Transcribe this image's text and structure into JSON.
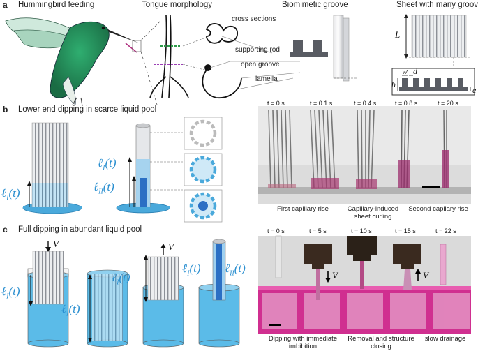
{
  "colors": {
    "liquid_blue": "#5bbbe8",
    "dark_blue": "#2b6fc4",
    "rod_gray": "#595c63",
    "magenta": "#c8348c",
    "math_blue": "#2a8fd0"
  },
  "panel_a": {
    "label": "a",
    "titles": [
      "Hummingbird feeding",
      "Tongue morphology",
      "Biomimetic groove",
      "Sheet with many grooves"
    ],
    "parts": [
      "cross sections",
      "supporting rod",
      "open groove",
      "lamella"
    ],
    "dims": {
      "L": "L",
      "w": "w",
      "d": "d",
      "h": "h",
      "e": "e"
    }
  },
  "panel_b": {
    "label": "b",
    "title": "Lower end dipping in scarce liquid pool",
    "math": {
      "l1": "ℓ_I(t)",
      "l2": "ℓ_I(t)",
      "l3": "ℓ_II(t)"
    },
    "times": [
      "t = 0 s",
      "t = 0.1 s",
      "t = 0.4 s",
      "t = 0.8 s",
      "t = 20 s"
    ],
    "captions": [
      "First capillary rise",
      "Capillary-induced sheet curling",
      "Second capilary rise"
    ]
  },
  "panel_c": {
    "label": "c",
    "title": "Full dipping in abundant liquid pool",
    "math": {
      "l1": "ℓ_I(t)",
      "l2": "ℓ_I(t)",
      "l3": "ℓ_I(t)",
      "l4": "ℓ_I(t)",
      "l5": "ℓ_II(t)"
    },
    "v": "V",
    "times": [
      "t = 0 s",
      "t = 5 s",
      "t = 10 s",
      "t = 15 s",
      "t = 22 s"
    ],
    "captions": [
      "Dipping with immediate imbibition",
      "Removal and structure closing",
      "slow drainage"
    ]
  }
}
